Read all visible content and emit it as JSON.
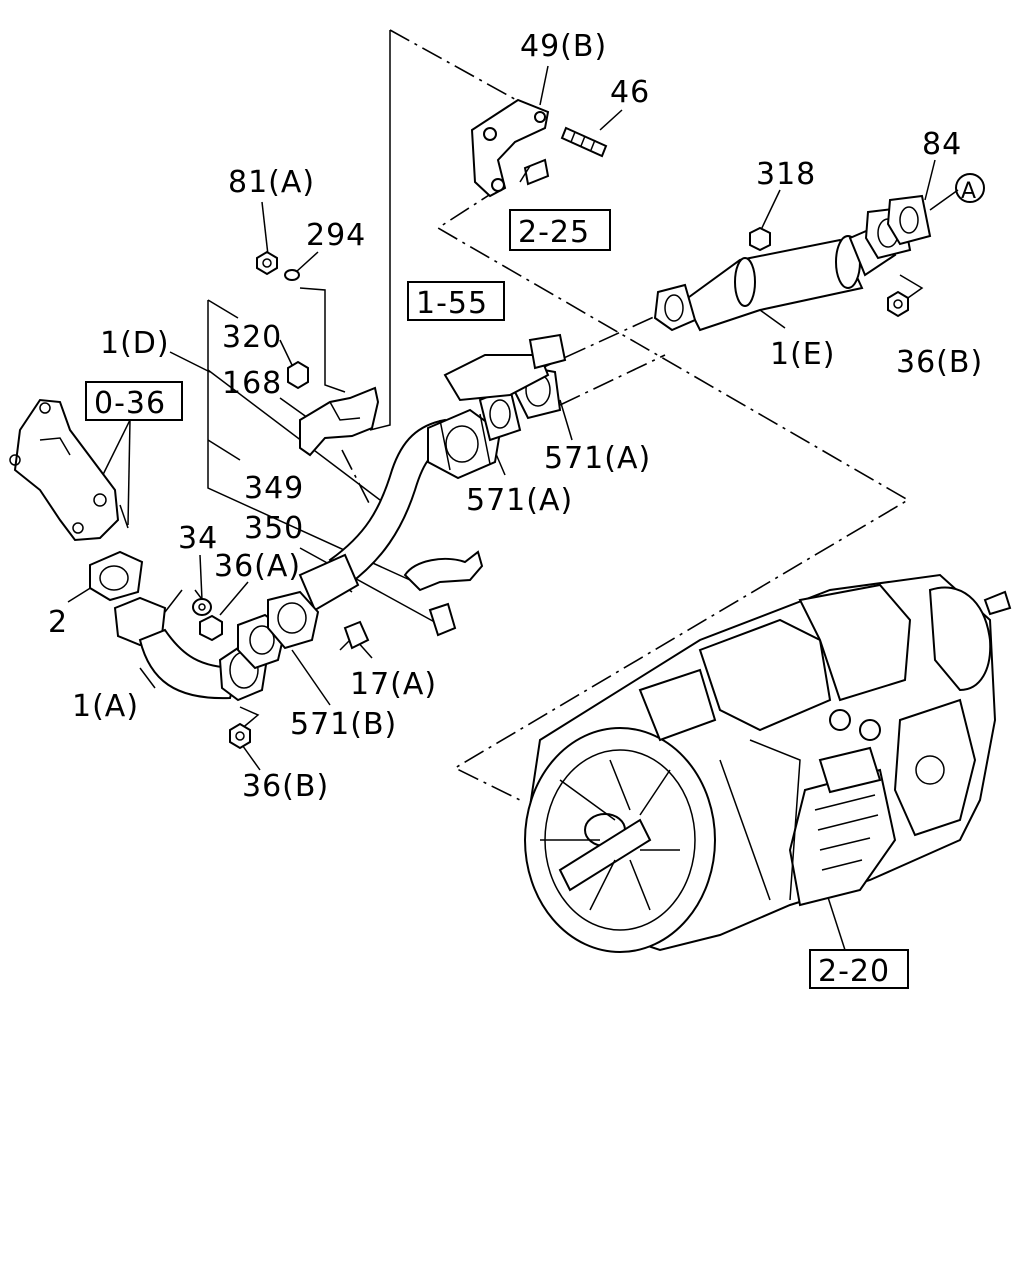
{
  "labels": {
    "p49b": "49(B)",
    "p46": "46",
    "p81a": "81(A)",
    "p294": "294",
    "p318": "318",
    "p84": "84",
    "pA": "A",
    "p1d": "1(D)",
    "p320": "320",
    "p168": "168",
    "p1e": "1(E)",
    "p36b_top": "36(B)",
    "p571a_right": "571(A)",
    "p571a_mid": "571(A)",
    "p349": "349",
    "p350": "350",
    "p34": "34",
    "p36a": "36(A)",
    "p2": "2",
    "p17a": "17(A)",
    "p1a": "1(A)",
    "p571b": "571(B)",
    "p36b_bottom": "36(B)"
  },
  "refs": {
    "r225": "2-25",
    "r155": "1-55",
    "r036": "0-36",
    "r220": "2-20"
  }
}
